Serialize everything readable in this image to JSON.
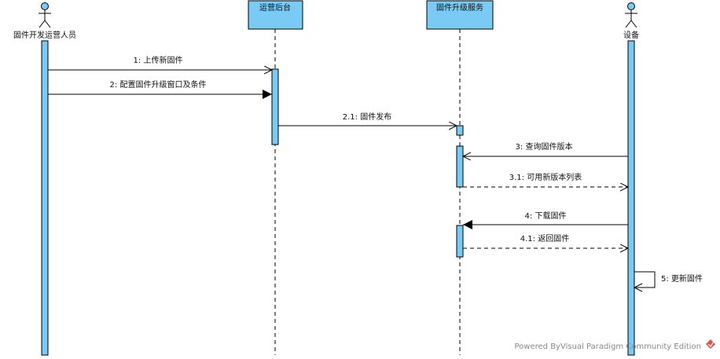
{
  "participants": [
    {
      "id": "p1",
      "kind": "actor",
      "label": "固件开发运营人员"
    },
    {
      "id": "p2",
      "kind": "box",
      "label": "运营后台"
    },
    {
      "id": "p3",
      "kind": "box",
      "label": "固件升级服务"
    },
    {
      "id": "p4",
      "kind": "actor",
      "label": "设备"
    }
  ],
  "messages": [
    {
      "label": "1: 上传新固件",
      "from": "p1",
      "to": "p2",
      "style": "open"
    },
    {
      "label": "2: 配置固件升级窗口及条件",
      "from": "p1",
      "to": "p2",
      "style": "filled"
    },
    {
      "label": "2.1: 固件发布",
      "from": "p2",
      "to": "p3",
      "style": "open"
    },
    {
      "label": "3: 查询固件版本",
      "from": "p4",
      "to": "p3",
      "style": "open"
    },
    {
      "label": "3.1: 可用新版本列表",
      "from": "p3",
      "to": "p4",
      "style": "dashed-return"
    },
    {
      "label": "4: 下载固件",
      "from": "p4",
      "to": "p3",
      "style": "filled"
    },
    {
      "label": "4.1: 返回固件",
      "from": "p3",
      "to": "p4",
      "style": "dashed-return"
    },
    {
      "label": "5: 更新固件",
      "from": "p4",
      "to": "p4",
      "style": "self"
    }
  ],
  "colors": {
    "fill": "#79CBF5",
    "stroke": "#000000",
    "watermark": "#888888",
    "logo_red": "#D9534F"
  },
  "watermark": "Powered ByVisual Paradigm Community Edition"
}
